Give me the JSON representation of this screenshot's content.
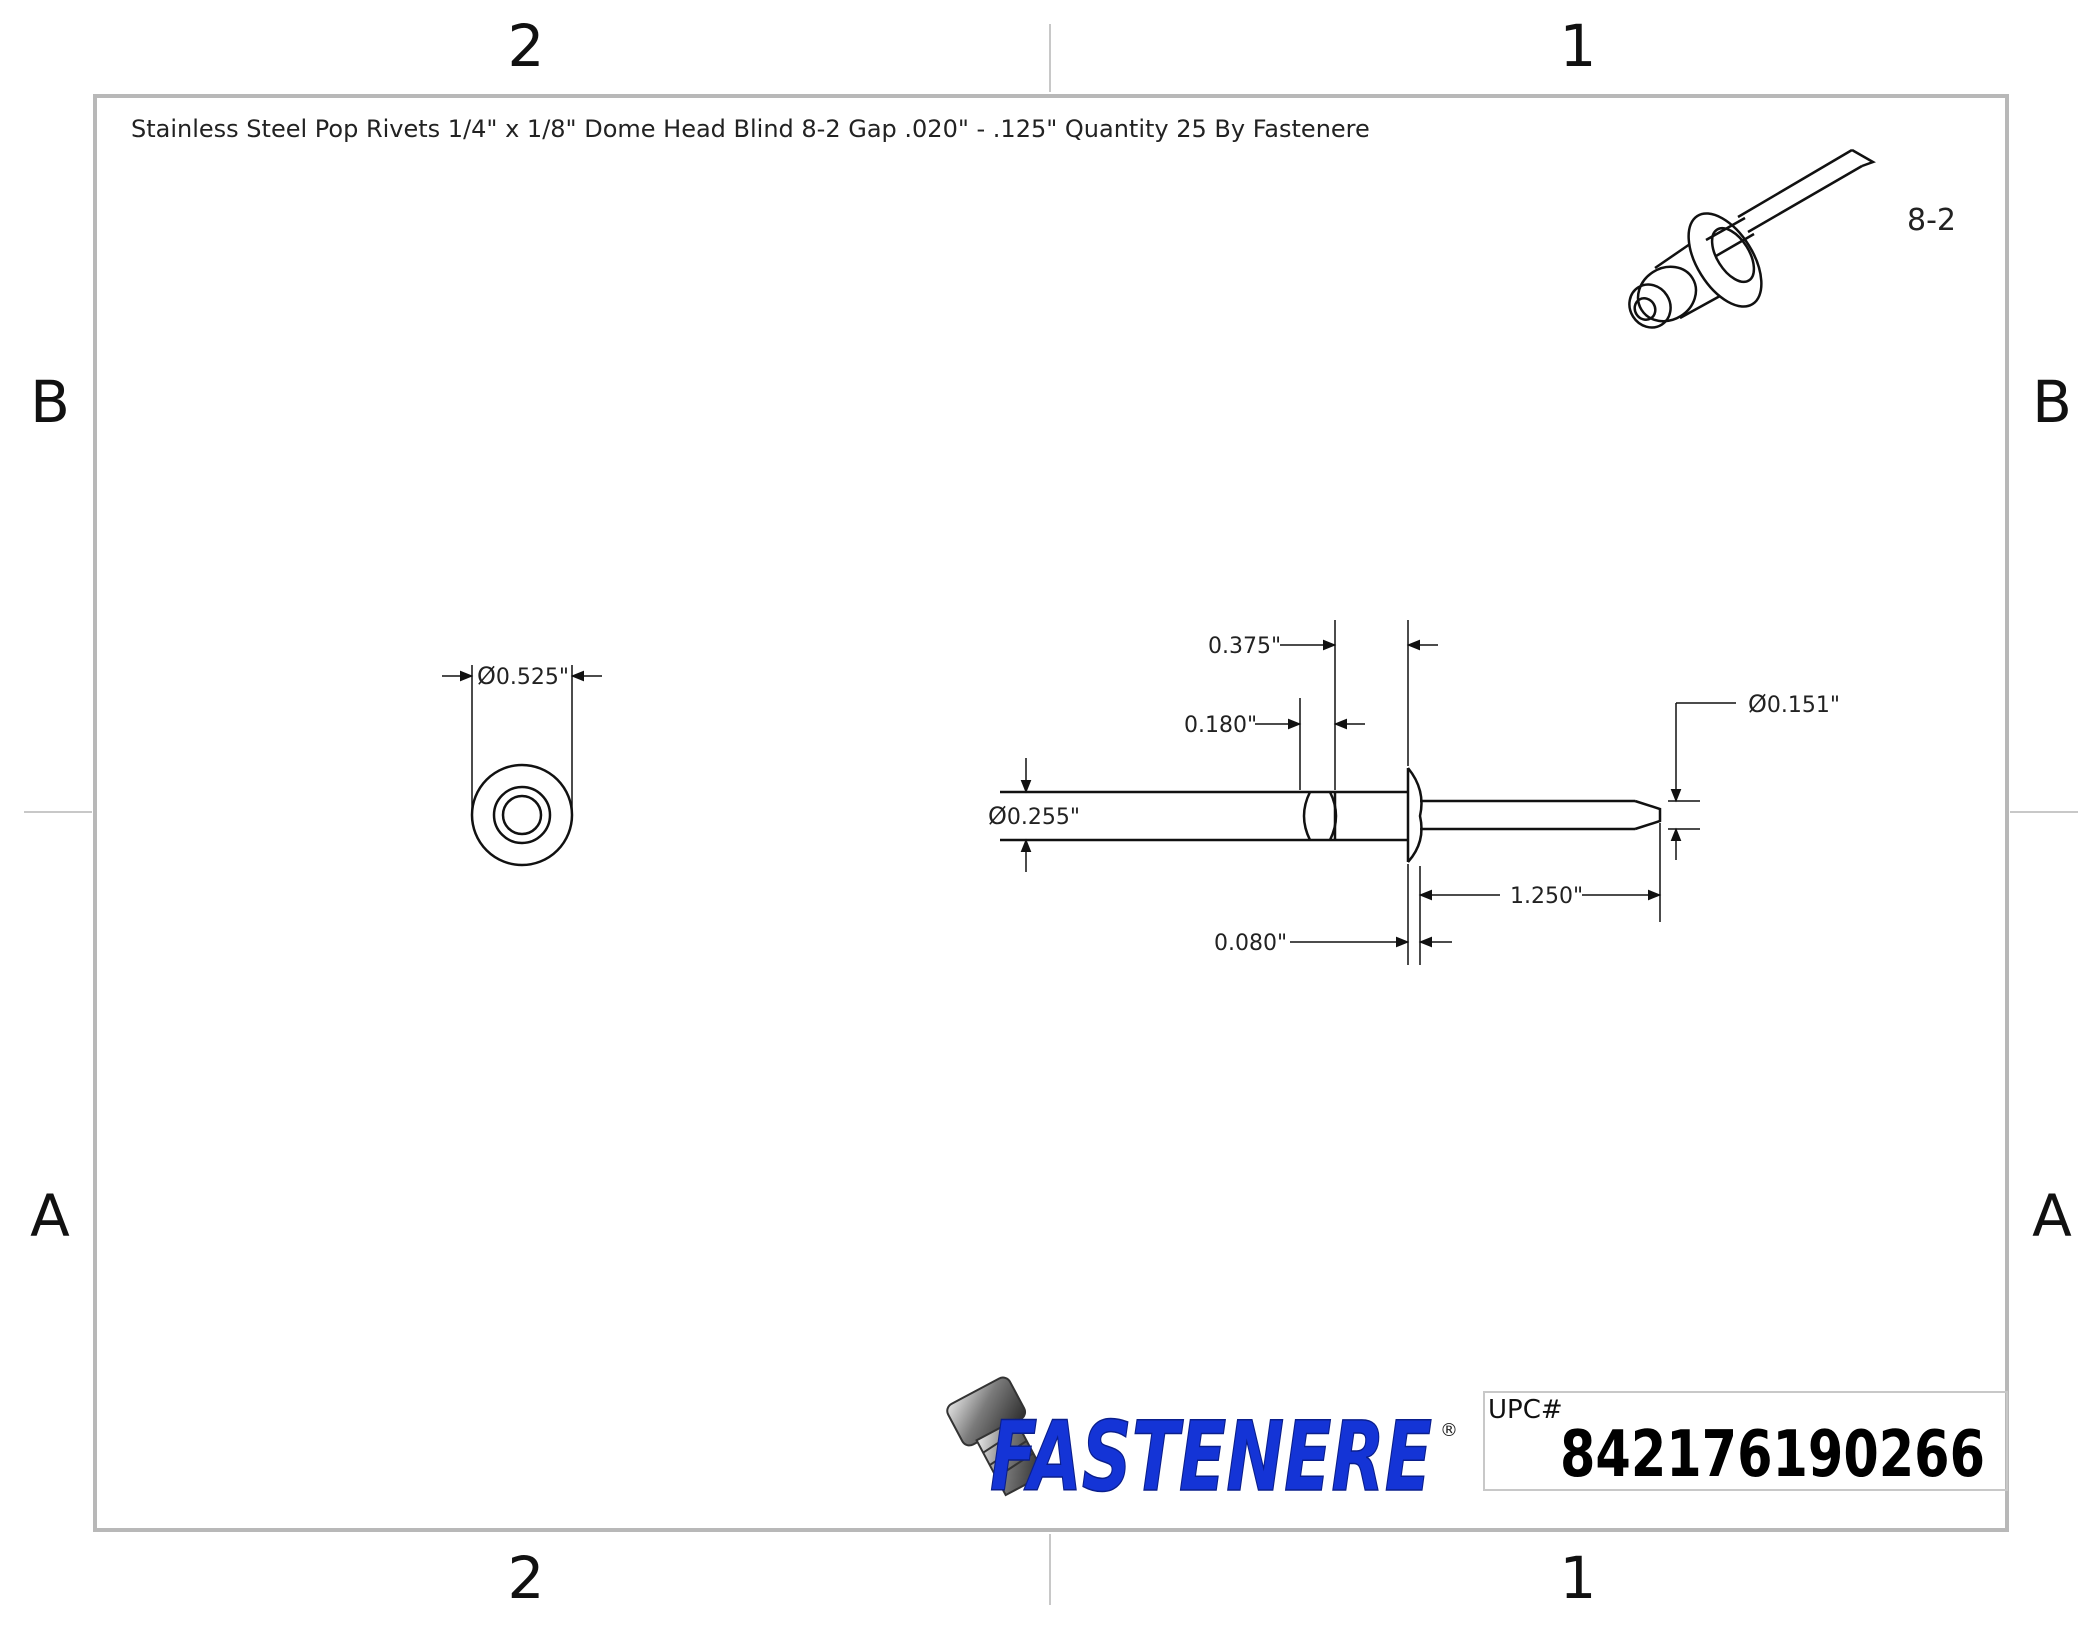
{
  "title": "Stainless Steel Pop Rivets 1/4\" x 1/8\" Dome Head Blind 8-2 Gap .020\" - .125\" Quantity 25 By Fastenere",
  "zones": {
    "top": [
      "2",
      "1"
    ],
    "bottom": [
      "2",
      "1"
    ],
    "left": [
      "B",
      "A"
    ],
    "right": [
      "B",
      "A"
    ]
  },
  "iso_label": "8-2",
  "dimensions": {
    "end_view_diameter": "0.525\"",
    "overall_grip_length": "0.375\"",
    "body_step": "0.180\"",
    "body_diameter": "0.255\"",
    "mandrel_diameter": "0.151\"",
    "mandrel_length": "1.250\"",
    "head_thickness": "0.080\""
  },
  "diameter_symbol": "Ø",
  "logo": {
    "text": "FASTENERE",
    "registered": "®"
  },
  "upc": {
    "label": "UPC#",
    "value": "842176190266"
  },
  "colors": {
    "line": "#111111",
    "border": "#b8b8b8",
    "logo_blue": "#1434d6",
    "logo_outline": "#0a1e8c"
  }
}
